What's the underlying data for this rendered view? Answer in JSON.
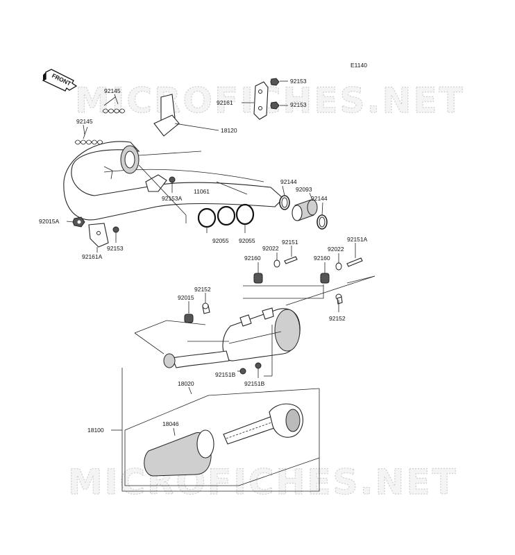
{
  "diagram": {
    "code": "E1140",
    "front_label": "FRONT",
    "watermark": "MICROFICHES.NET",
    "parts": {
      "p92145_top": "92145",
      "p92145_mid": "92145",
      "p92153_top1": "92153",
      "p92153_top2": "92153",
      "p92161_top": "92161",
      "p18120": "18120",
      "p11061": "11061",
      "p92153A": "92153A",
      "p92144_a": "92144",
      "p92093": "92093",
      "p92144_b": "92144",
      "p92015A": "92015A",
      "p92153_low": "92153",
      "p92161A": "92161A",
      "p92055_a": "92055",
      "p92055_b": "92055",
      "p92022_a": "92022",
      "p92151": "92151",
      "p92022_b": "92022",
      "p92151A": "92151A",
      "p92160_a": "92160",
      "p92160_b": "92160",
      "p92152_a": "92152",
      "p92015": "92015",
      "p92152_b": "92152",
      "p92151B_a": "92151B",
      "p92151B_b": "92151B",
      "p18020": "18020",
      "p18046": "18046",
      "p18100": "18100"
    }
  }
}
